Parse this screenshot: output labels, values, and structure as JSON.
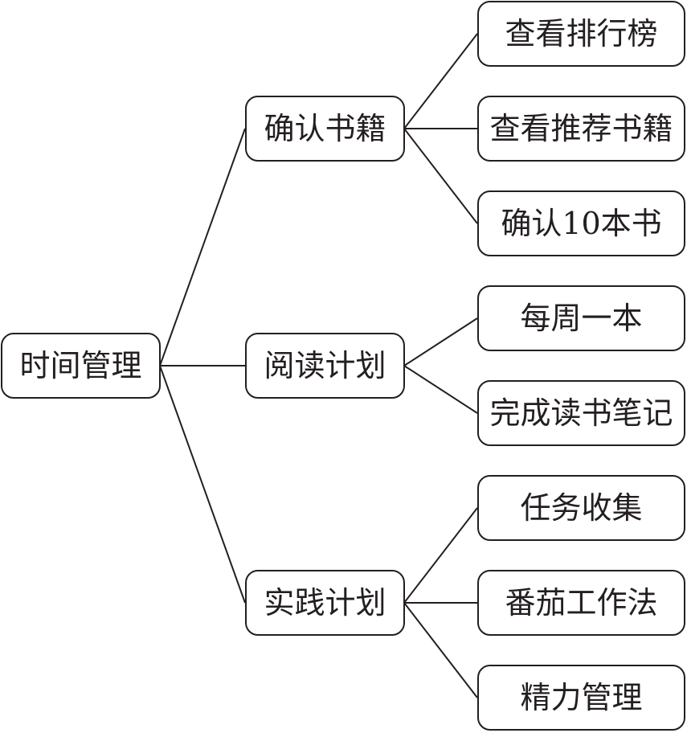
{
  "diagram": {
    "root": {
      "id": "root",
      "label": "时间管理"
    },
    "branches": [
      {
        "id": "b1",
        "label": "确认书籍",
        "children": [
          {
            "id": "b1c1",
            "label": "查看排行榜"
          },
          {
            "id": "b1c2",
            "label": "查看推荐书籍"
          },
          {
            "id": "b1c3",
            "label": "确认10本书"
          }
        ]
      },
      {
        "id": "b2",
        "label": "阅读计划",
        "children": [
          {
            "id": "b2c1",
            "label": "每周一本"
          },
          {
            "id": "b2c2",
            "label": "完成读书笔记"
          }
        ]
      },
      {
        "id": "b3",
        "label": "实践计划",
        "children": [
          {
            "id": "b3c1",
            "label": "任务收集"
          },
          {
            "id": "b3c2",
            "label": "番茄工作法"
          },
          {
            "id": "b3c3",
            "label": "精力管理"
          }
        ]
      }
    ]
  },
  "colors": {
    "line": "#231f20",
    "border": "#231f20",
    "text": "#231f20",
    "background": "#ffffff"
  }
}
